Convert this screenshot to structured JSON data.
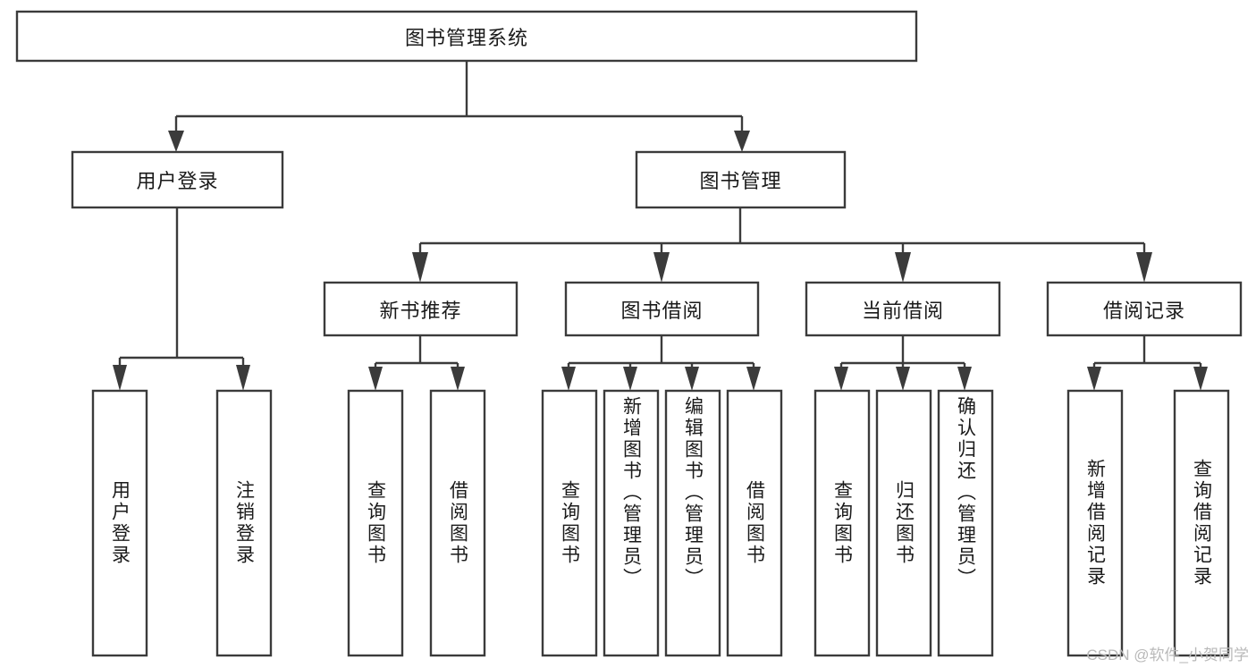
{
  "diagram": {
    "type": "tree-hierarchy-chart",
    "title": "图书管理系统",
    "watermark": "CSDN @软件_小贺同学",
    "root": {
      "id": "root",
      "label": "图书管理系统",
      "orientation": "horizontal"
    },
    "level2": [
      {
        "id": "user-login",
        "label": "用户登录",
        "orientation": "horizontal"
      },
      {
        "id": "book-manage",
        "label": "图书管理",
        "orientation": "horizontal"
      }
    ],
    "level3": [
      {
        "id": "new-book-recommend",
        "label": "新书推荐",
        "orientation": "horizontal",
        "parent": "book-manage"
      },
      {
        "id": "book-borrow",
        "label": "图书借阅",
        "orientation": "horizontal",
        "parent": "book-manage"
      },
      {
        "id": "current-borrow",
        "label": "当前借阅",
        "orientation": "horizontal",
        "parent": "book-manage"
      },
      {
        "id": "borrow-record",
        "label": "借阅记录",
        "orientation": "horizontal",
        "parent": "book-manage"
      }
    ],
    "leaves": [
      {
        "id": "leaf-user-login",
        "label": "用户登录",
        "parent": "user-login"
      },
      {
        "id": "leaf-logout-login",
        "label": "注销登录",
        "parent": "user-login"
      },
      {
        "id": "leaf-query-book-1",
        "label": "查询图书",
        "parent": "new-book-recommend"
      },
      {
        "id": "leaf-borrow-book-1",
        "label": "借阅图书",
        "parent": "new-book-recommend"
      },
      {
        "id": "leaf-query-book-2",
        "label": "查询图书",
        "parent": "book-borrow"
      },
      {
        "id": "leaf-add-book",
        "label": "新增图书（管理员）",
        "parent": "book-borrow"
      },
      {
        "id": "leaf-edit-book",
        "label": "编辑图书（管理员）",
        "parent": "book-borrow"
      },
      {
        "id": "leaf-borrow-book-2",
        "label": "借阅图书",
        "parent": "book-borrow"
      },
      {
        "id": "leaf-query-book-3",
        "label": "查询图书",
        "parent": "current-borrow"
      },
      {
        "id": "leaf-return-book",
        "label": "归还图书",
        "parent": "current-borrow"
      },
      {
        "id": "leaf-confirm-return",
        "label": "确认归还（管理员）",
        "parent": "current-borrow"
      },
      {
        "id": "leaf-add-record",
        "label": "新增借阅记录",
        "parent": "borrow-record"
      },
      {
        "id": "leaf-query-record",
        "label": "查询借阅记录",
        "parent": "borrow-record"
      }
    ],
    "colors": {
      "stroke": "#3b3b3b",
      "fill": "#ffffff",
      "text": "#1a1a1a",
      "watermark": "#b9b9b9"
    }
  }
}
